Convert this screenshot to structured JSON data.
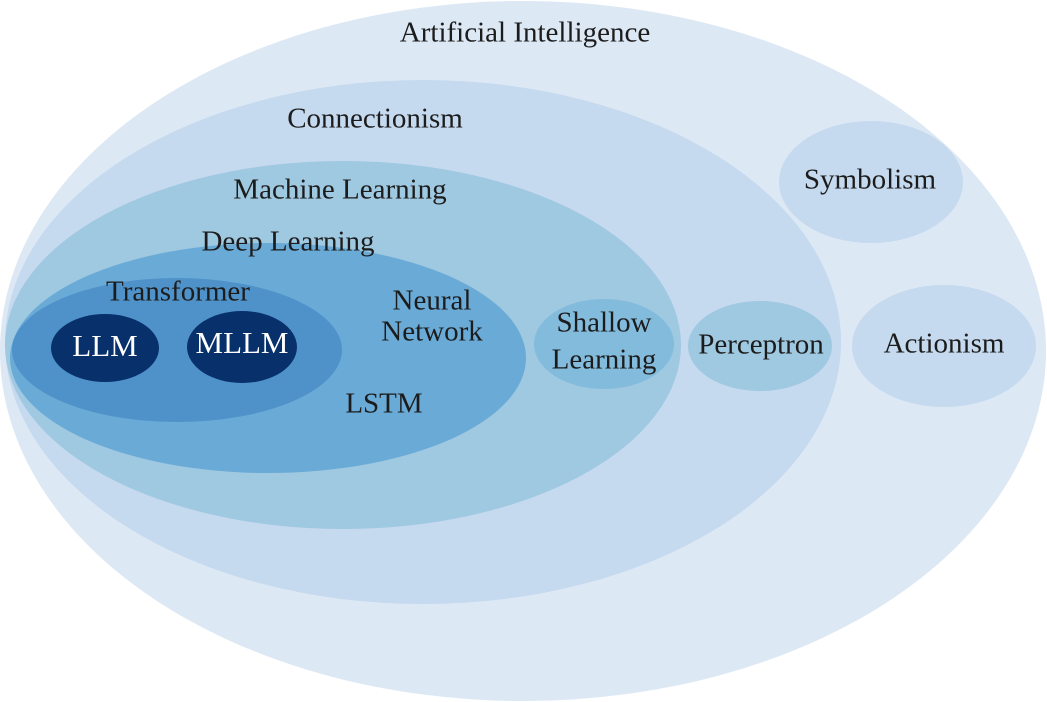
{
  "diagram": {
    "labels": {
      "artificial_intelligence": "Artificial Intelligence",
      "connectionism": "Connectionism",
      "machine_learning": "Machine Learning",
      "deep_learning": "Deep Learning",
      "transformer": "Transformer",
      "llm": "LLM",
      "mllm": "MLLM",
      "neural_network": [
        "Neural",
        "Network"
      ],
      "lstm": "LSTM",
      "shallow_learning": [
        "Shallow",
        "Learning"
      ],
      "perceptron": "Perceptron",
      "symbolism": "Symbolism",
      "actionism": "Actionism"
    },
    "colors": {
      "ai": "#dde8f5",
      "connectionism": "#c5d9ef",
      "machine_learning": "#9fc8e1",
      "deep_learning": "#6aaad6",
      "transformer": "#4f92c9",
      "neural_network": "#6aaad6",
      "lstm": "#6aaad6",
      "llm": "#08306b",
      "mllm": "#08306b",
      "shallow_learning": "#82bbdc",
      "perceptron": "#9fc8e1",
      "symbolism": "#c5d9ef",
      "actionism": "#c5d9ef"
    }
  }
}
